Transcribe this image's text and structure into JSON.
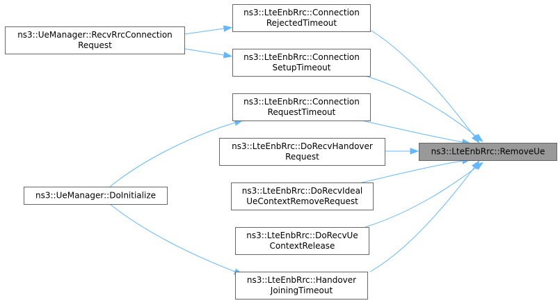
{
  "target": {
    "id": "removeue",
    "lines": [
      "ns3::LteEnbRrc::RemoveUe"
    ]
  },
  "callers": [
    {
      "id": "rejected",
      "lines": [
        "ns3::LteEnbRrc::Connection",
        "RejectedTimeout"
      ]
    },
    {
      "id": "setup",
      "lines": [
        "ns3::LteEnbRrc::Connection",
        "SetupTimeout"
      ]
    },
    {
      "id": "request",
      "lines": [
        "ns3::LteEnbRrc::Connection",
        "RequestTimeout"
      ]
    },
    {
      "id": "dorecvhandover",
      "lines": [
        "ns3::LteEnbRrc::DoRecvHandover",
        "Request"
      ]
    },
    {
      "id": "dorecvideal",
      "lines": [
        "ns3::LteEnbRrc::DoRecvIdeal",
        "UeContextRemoveRequest"
      ]
    },
    {
      "id": "dorecvue",
      "lines": [
        "ns3::LteEnbRrc::DoRecvUe",
        "ContextRelease"
      ]
    },
    {
      "id": "handover",
      "lines": [
        "ns3::LteEnbRrc::Handover",
        "JoiningTimeout"
      ]
    }
  ],
  "indirect_callers": [
    {
      "id": "recvrrc",
      "lines": [
        "ns3::UeManager::RecvRrcConnection",
        "Request"
      ]
    },
    {
      "id": "doinit",
      "lines": [
        "ns3::UeManager::DoInitialize"
      ]
    }
  ],
  "edges": [
    {
      "from": "recvrrc",
      "to": "rejected"
    },
    {
      "from": "recvrrc",
      "to": "setup"
    },
    {
      "from": "doinit",
      "to": "request"
    },
    {
      "from": "doinit",
      "to": "handover"
    },
    {
      "from": "rejected",
      "to": "removeue"
    },
    {
      "from": "setup",
      "to": "removeue"
    },
    {
      "from": "request",
      "to": "removeue"
    },
    {
      "from": "dorecvhandover",
      "to": "removeue"
    },
    {
      "from": "dorecvideal",
      "to": "removeue"
    },
    {
      "from": "dorecvue",
      "to": "removeue"
    },
    {
      "from": "handover",
      "to": "removeue"
    }
  ],
  "colors": {
    "edge": "#63b8ff",
    "node_border": "#666666",
    "target_fill": "#999999"
  }
}
